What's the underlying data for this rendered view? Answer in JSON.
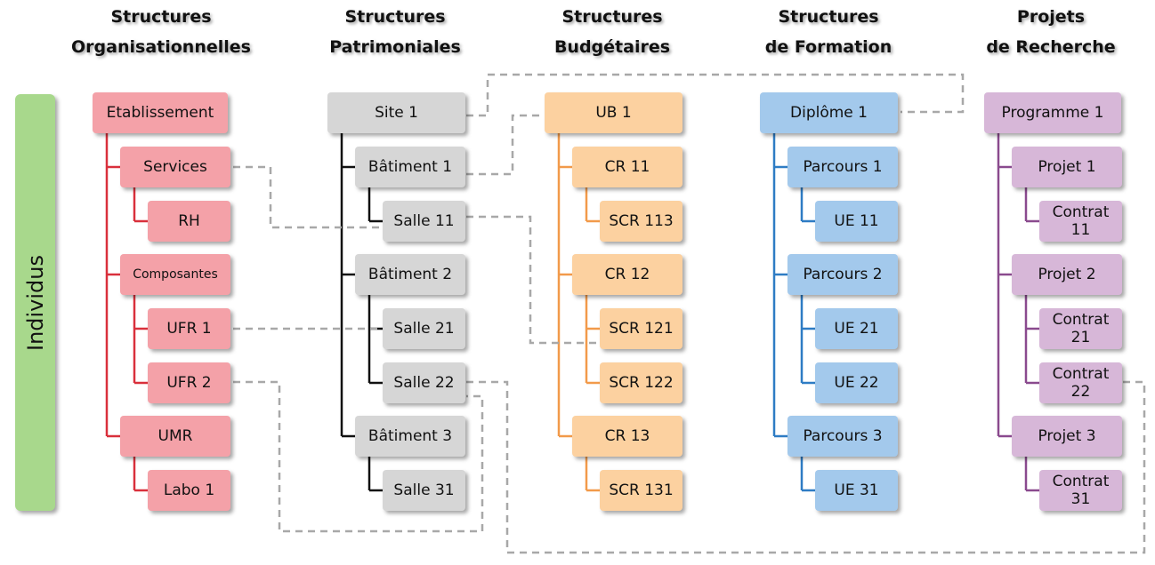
{
  "side_label": "Individus",
  "columns": [
    {
      "key": "org",
      "header": [
        "Structures",
        "Organisationnelles"
      ],
      "color": "#f4a1a8",
      "line_color": "#d9303c",
      "nodes": [
        {
          "label": "Etablissement",
          "level": 0,
          "row": 0
        },
        {
          "label": "Services",
          "level": 1,
          "row": 1
        },
        {
          "label": "RH",
          "level": 2,
          "row": 2
        },
        {
          "label": "Composantes",
          "level": 1,
          "row": 3,
          "small": true
        },
        {
          "label": "UFR 1",
          "level": 2,
          "row": 4
        },
        {
          "label": "UFR 2",
          "level": 2,
          "row": 5
        },
        {
          "label": "UMR",
          "level": 1,
          "row": 6
        },
        {
          "label": "Labo 1",
          "level": 2,
          "row": 7
        }
      ]
    },
    {
      "key": "pat",
      "header": [
        "Structures",
        "Patrimoniales"
      ],
      "color": "#d6d6d6",
      "line_color": "#111111",
      "nodes": [
        {
          "label": "Site 1",
          "level": 0,
          "row": 0
        },
        {
          "label": "Bâtiment 1",
          "level": 1,
          "row": 1
        },
        {
          "label": "Salle 11",
          "level": 2,
          "row": 2
        },
        {
          "label": "Bâtiment 2",
          "level": 1,
          "row": 3
        },
        {
          "label": "Salle 21",
          "level": 2,
          "row": 4
        },
        {
          "label": "Salle 22",
          "level": 2,
          "row": 5
        },
        {
          "label": "Bâtiment 3",
          "level": 1,
          "row": 6
        },
        {
          "label": "Salle 31",
          "level": 2,
          "row": 7
        }
      ]
    },
    {
      "key": "bud",
      "header": [
        "Structures",
        "Budgétaires"
      ],
      "color": "#fcd1a0",
      "line_color": "#f29a4a",
      "nodes": [
        {
          "label": "UB 1",
          "level": 0,
          "row": 0
        },
        {
          "label": "CR 11",
          "level": 1,
          "row": 1
        },
        {
          "label": "SCR 113",
          "level": 2,
          "row": 2
        },
        {
          "label": "CR 12",
          "level": 1,
          "row": 3
        },
        {
          "label": "SCR 121",
          "level": 2,
          "row": 4
        },
        {
          "label": "SCR 122",
          "level": 2,
          "row": 5
        },
        {
          "label": "CR 13",
          "level": 1,
          "row": 6
        },
        {
          "label": "SCR 131",
          "level": 2,
          "row": 7
        }
      ]
    },
    {
      "key": "for",
      "header": [
        "Structures",
        "de Formation"
      ],
      "color": "#a3c9ec",
      "line_color": "#2e7cc4",
      "nodes": [
        {
          "label": "Diplôme 1",
          "level": 0,
          "row": 0
        },
        {
          "label": "Parcours 1",
          "level": 1,
          "row": 1
        },
        {
          "label": "UE 11",
          "level": 2,
          "row": 2
        },
        {
          "label": "Parcours 2",
          "level": 1,
          "row": 3
        },
        {
          "label": "UE 21",
          "level": 2,
          "row": 4
        },
        {
          "label": "UE 22",
          "level": 2,
          "row": 5
        },
        {
          "label": "Parcours 3",
          "level": 1,
          "row": 6
        },
        {
          "label": "UE 31",
          "level": 2,
          "row": 7
        }
      ]
    },
    {
      "key": "rec",
      "header": [
        "Projets",
        "de Recherche"
      ],
      "color": "#d7b7d8",
      "line_color": "#8a4a8e",
      "nodes": [
        {
          "label": "Programme 1",
          "level": 0,
          "row": 0
        },
        {
          "label": "Projet 1",
          "level": 1,
          "row": 1
        },
        {
          "label": "Contrat 11",
          "level": 2,
          "row": 2,
          "multiline": [
            "Contrat",
            "11"
          ]
        },
        {
          "label": "Projet 2",
          "level": 1,
          "row": 3
        },
        {
          "label": "Contrat 21",
          "level": 2,
          "row": 4,
          "multiline": [
            "Contrat",
            "21"
          ]
        },
        {
          "label": "Contrat 22",
          "level": 2,
          "row": 5,
          "multiline": [
            "Contrat",
            "22"
          ]
        },
        {
          "label": "Projet 3",
          "level": 1,
          "row": 6
        },
        {
          "label": "Contrat 31",
          "level": 2,
          "row": 7,
          "multiline": [
            "Contrat",
            "31"
          ]
        }
      ]
    }
  ],
  "links": [
    {
      "from": "Services",
      "to": "Salle 11"
    },
    {
      "from": "UFR 1",
      "to": "Salle 21"
    },
    {
      "from": "UFR 2",
      "to": "Salle 22"
    },
    {
      "from": "Site 1",
      "to": "Diplôme 1"
    },
    {
      "from": "Bâtiment 1",
      "to": "UB 1"
    },
    {
      "from": "Salle 11",
      "to": "SCR 121"
    },
    {
      "from": "Salle 22",
      "to": "Contrat 22"
    }
  ]
}
